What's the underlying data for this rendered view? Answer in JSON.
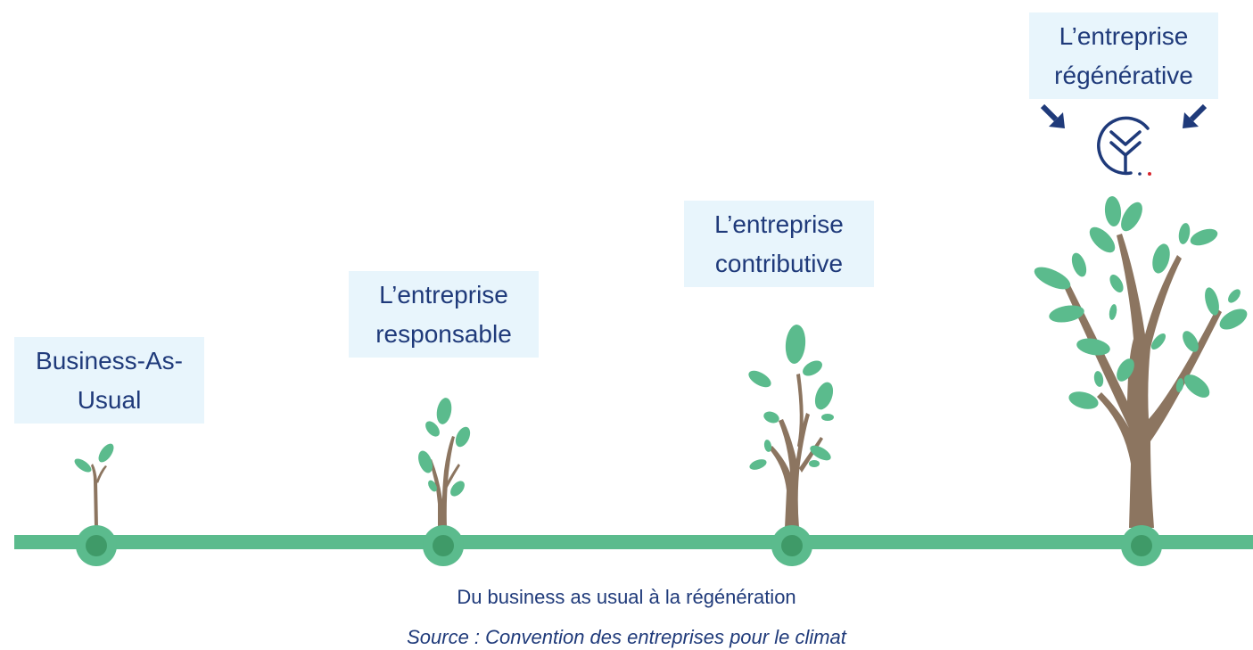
{
  "stages": [
    {
      "lines": [
        "Business-As-",
        "Usual"
      ]
    },
    {
      "lines": [
        "L’entreprise",
        "responsable"
      ]
    },
    {
      "lines": [
        "L’entreprise",
        "contributive"
      ]
    },
    {
      "lines": [
        "L’entreprise",
        "régénérative"
      ]
    }
  ],
  "caption": {
    "title": "Du business as usual à la régénération",
    "source": "Source : Convention des entreprises pour le climat"
  },
  "colors": {
    "timeline": "#5bbb8d",
    "node_inner": "#3f9a68",
    "leaf": "#5bbb8d",
    "trunk": "#8c7560",
    "label_bg": "#e8f5fc",
    "text": "#1f3a7a",
    "logo_dot": "#d8262e"
  },
  "icons": [
    "arrow-down-right-icon",
    "arrow-down-left-icon",
    "cec-logo-icon"
  ]
}
